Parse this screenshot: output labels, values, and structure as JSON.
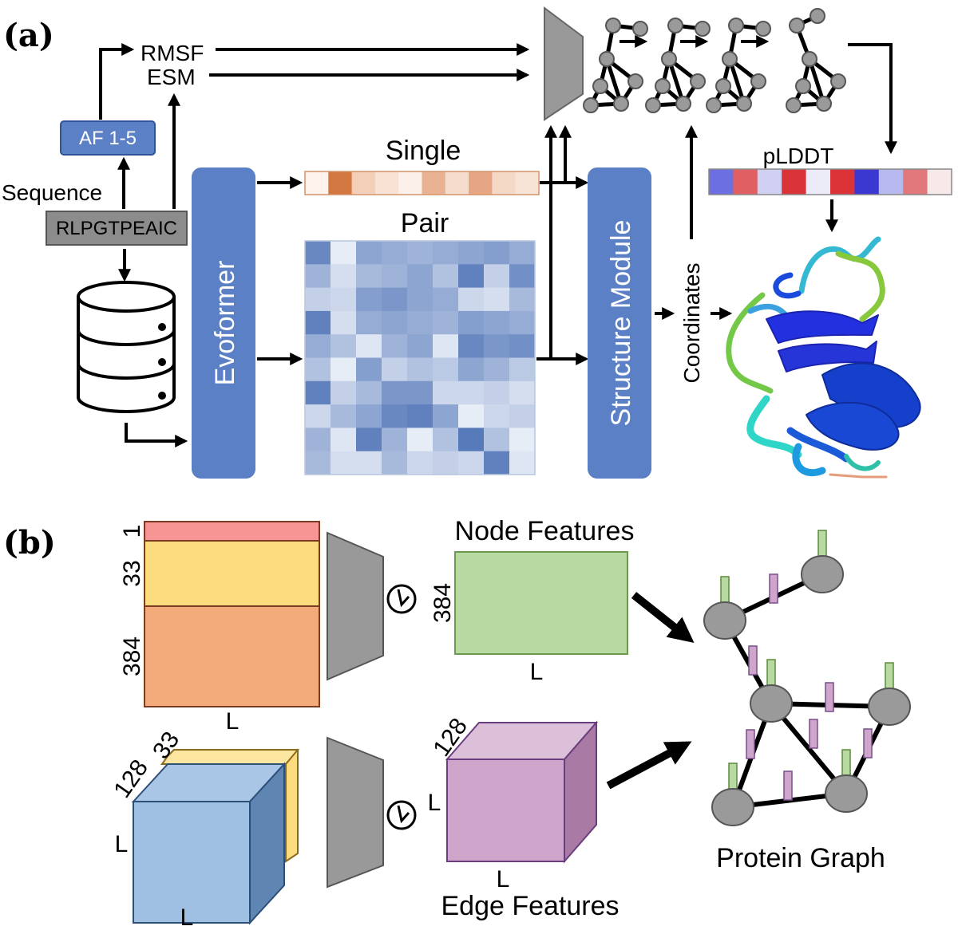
{
  "panel_a": {
    "label": "(a)",
    "rmsf": "RMSF",
    "esm": "ESM",
    "af": "AF 1-5",
    "sequence_label": "Sequence",
    "sequence": "RLPGTPEAIC",
    "evoformer": "Evoformer",
    "single": "Single",
    "pair": "Pair",
    "structure_module": "Structure Module",
    "coordinates": "Coordinates",
    "plddt": "pLDDT",
    "single_colors": [
      "#fdf3ec",
      "#d1773f",
      "#f3cfb9",
      "#f8e2d4",
      "#fcf1ea",
      "#e9b293",
      "#f6dccb",
      "#e6a684",
      "#f5d9c7",
      "#f8e4d7"
    ],
    "plddt_colors": [
      "#6b6fe0",
      "#df5f63",
      "#cfd0f2",
      "#d8343a",
      "#ececf8",
      "#dc3338",
      "#3b38d1",
      "#b7b8ee",
      "#e1797c",
      "#f7e9ea"
    ],
    "pair_matrix": [
      [
        0.75,
        0.05,
        0.55,
        0.5,
        0.45,
        0.5,
        0.55,
        0.6,
        0.5
      ],
      [
        0.45,
        0.15,
        0.4,
        0.45,
        0.55,
        0.35,
        0.8,
        0.25,
        0.7
      ],
      [
        0.25,
        0.2,
        0.6,
        0.65,
        0.55,
        0.5,
        0.2,
        0.15,
        0.4
      ],
      [
        0.8,
        0.15,
        0.5,
        0.55,
        0.5,
        0.45,
        0.6,
        0.55,
        0.5
      ],
      [
        0.5,
        0.35,
        0.1,
        0.45,
        0.55,
        0.1,
        0.75,
        0.65,
        0.7
      ],
      [
        0.35,
        0.05,
        0.6,
        0.25,
        0.35,
        0.3,
        0.55,
        0.45,
        0.3
      ],
      [
        0.8,
        0.25,
        0.4,
        0.65,
        0.65,
        0.2,
        0.2,
        0.25,
        0.15
      ],
      [
        0.2,
        0.4,
        0.55,
        0.75,
        0.8,
        0.55,
        0.05,
        0.2,
        0.25
      ],
      [
        0.45,
        0.1,
        0.8,
        0.45,
        0.05,
        0.35,
        0.85,
        0.35,
        0.05
      ],
      [
        0.4,
        0.15,
        0.15,
        0.4,
        0.2,
        0.25,
        0.2,
        0.8,
        0.1
      ]
    ]
  },
  "panel_b": {
    "label": "(b)",
    "stack_dims": [
      "1",
      "33",
      "384"
    ],
    "stack_colors": [
      "#f79494",
      "#fddc7e",
      "#f3ab7c"
    ],
    "stack_width": "L",
    "node_features": "Node Features",
    "node_dim": "384",
    "node_width": "L",
    "node_color": "#b8d9a1",
    "cube_dims": [
      "128",
      "33"
    ],
    "cube_side": "L",
    "cube_bottom": "L",
    "edge_dim": "128",
    "edge_side": "L",
    "edge_bottom": "L",
    "edge_features": "Edge Features",
    "edge_color": "#cfa6cb",
    "protein_graph": "Protein Graph"
  }
}
